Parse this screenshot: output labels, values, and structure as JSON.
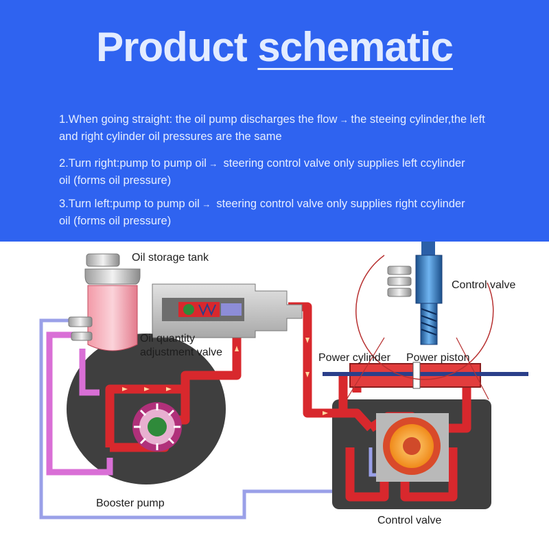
{
  "header": {
    "title_part1": "Product ",
    "title_part2": "schematic"
  },
  "descriptions": [
    {
      "prefix": "1.When going straight: the oil pump discharges the flow",
      "arrow": "→",
      "suffix": "the steeing cylinder,the left",
      "line2": "and right cylinder oil pressures are the same"
    },
    {
      "prefix": "2.Turn right:pump to pump oil",
      "arrow": "→",
      "suffix": " steering control valve only supplies left ccylinder",
      "line2": "oil (forms oil pressure)"
    },
    {
      "prefix": "3.Turn left:pump to pump oil",
      "arrow": "→",
      "suffix": " steering control valve only supplies right ccylinder",
      "line2": "oil (forms oil pressure)"
    }
  ],
  "labels": {
    "oil_storage_tank": "Oil storage tank",
    "control_valve_top": "Control valve",
    "oil_quantity_line1": "Oil quantity",
    "oil_quantity_line2": "adjustment valve",
    "power_cylinder": "Power cylinder",
    "power_piston": "Power piston",
    "booster_pump": "Booster pump",
    "control_valve_bottom": "Control valve"
  },
  "colors": {
    "banner": "#2f63f0",
    "oil_pressure": "#d8282d",
    "oil_return": "#d96fd6",
    "low_line": "#9aa0e8",
    "body_dark": "#3f3f3f"
  }
}
